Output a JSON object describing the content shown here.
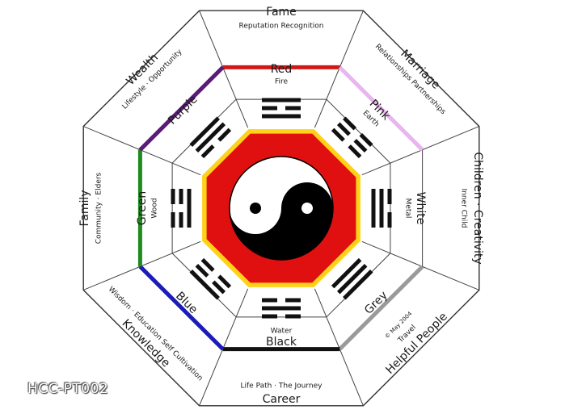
{
  "colors": {
    "fame": "#d11818",
    "relationships": "#e8b5ef",
    "creativity": "#ffffff",
    "helpful": "#9a9a9a",
    "career": "#111111",
    "knowledge": "#1b1bb8",
    "family": "#1f8a1f",
    "wealth": "#5a1a78",
    "center_octagon": "#e11010",
    "center_ring": "#ffd21a"
  },
  "guas": [
    {
      "key": "fame",
      "area": "Fame",
      "subtitle": "Reputation Recognition",
      "color_name": "Red",
      "element": "Fire",
      "lines": [
        1,
        0,
        1
      ]
    },
    {
      "key": "relationships",
      "area": "Marriage",
      "subtitle": "Relationships Partnerships",
      "color_name": "Pink",
      "element": "Earth",
      "lines": [
        0,
        0,
        0
      ]
    },
    {
      "key": "creativity",
      "area": "Children · Creativity",
      "subtitle": "Inner Child",
      "color_name": "White",
      "element": "Metal",
      "lines": [
        0,
        1,
        1
      ]
    },
    {
      "key": "helpful",
      "area": "Helpful People",
      "subtitle": "Travel",
      "color_name": "Grey",
      "element": "",
      "lines": [
        1,
        1,
        1
      ]
    },
    {
      "key": "career",
      "area": "Career",
      "subtitle": "Life Path · The Journey",
      "color_name": "Black",
      "element": "Water",
      "lines": [
        0,
        1,
        0
      ]
    },
    {
      "key": "knowledge",
      "area": "Knowledge",
      "subtitle": "Wisdom · Education Self Cultivation",
      "color_name": "Blue",
      "element": "",
      "lines": [
        1,
        0,
        0
      ]
    },
    {
      "key": "family",
      "area": "Family",
      "subtitle": "Community · Elders",
      "color_name": "Green",
      "element": "Wood",
      "lines": [
        0,
        0,
        1
      ]
    },
    {
      "key": "wealth",
      "area": "Wealth",
      "subtitle": "Lifestyle · Opportunity",
      "color_name": "Purple",
      "element": "",
      "lines": [
        1,
        1,
        0
      ]
    }
  ],
  "copyright": "© May 2004",
  "slide_code": "HCC-PT002"
}
